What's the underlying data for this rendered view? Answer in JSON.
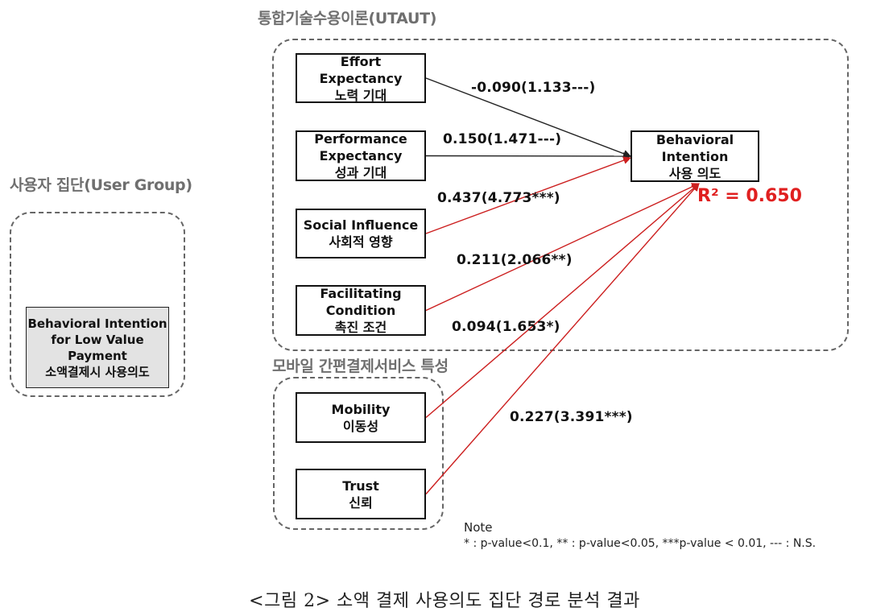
{
  "groups": {
    "utaut_title": "통합기술수용이론(UTAUT)",
    "user_group_title": "사용자 집단(User Group)",
    "mobile_title": "모바일 간편결제서비스 특성"
  },
  "nodes": {
    "effort": [
      "Effort",
      "Expectancy",
      "노력 기대"
    ],
    "performance": [
      "Performance",
      "Expectancy",
      "성과 기대"
    ],
    "social": [
      "Social Influence",
      "사회적 영향"
    ],
    "facilitating": [
      "Facilitating",
      "Condition",
      "촉진 조건"
    ],
    "mobility": [
      "Mobility",
      "이동성"
    ],
    "trust": [
      "Trust",
      "신뢰"
    ],
    "behavioral": [
      "Behavioral",
      "Intention",
      "사용 의도"
    ],
    "user_group": [
      "Behavioral Intention",
      "for Low Value",
      "Payment",
      "소액결제시 사용의도"
    ]
  },
  "paths": [
    {
      "from": "effort",
      "label": "-0.090(1.133---)",
      "color": "#222222"
    },
    {
      "from": "performance",
      "label": "0.150(1.471---)",
      "color": "#222222"
    },
    {
      "from": "social",
      "label": "0.437(4.773***)",
      "color": "#cc1f1f"
    },
    {
      "from": "facilitating",
      "label": "0.211(2.066**)",
      "color": "#cc1f1f"
    },
    {
      "from": "mobility",
      "label": "0.094(1.653*)",
      "color": "#cc1f1f"
    },
    {
      "from": "trust",
      "label": "0.227(3.391***)",
      "color": "#cc1f1f"
    }
  ],
  "r_squared": "R² = 0.650",
  "note": {
    "heading": "Note",
    "text": "* : p-value<0.1, ** : p-value<0.05, ***p-value < 0.01, --- : N.S."
  },
  "caption": "<그림 2> 소액 결제 사용의도 집단 경로 분석 결과",
  "colors": {
    "significant_path": "#cc1f1f",
    "ns_path": "#222222",
    "r2": "#e02020"
  }
}
